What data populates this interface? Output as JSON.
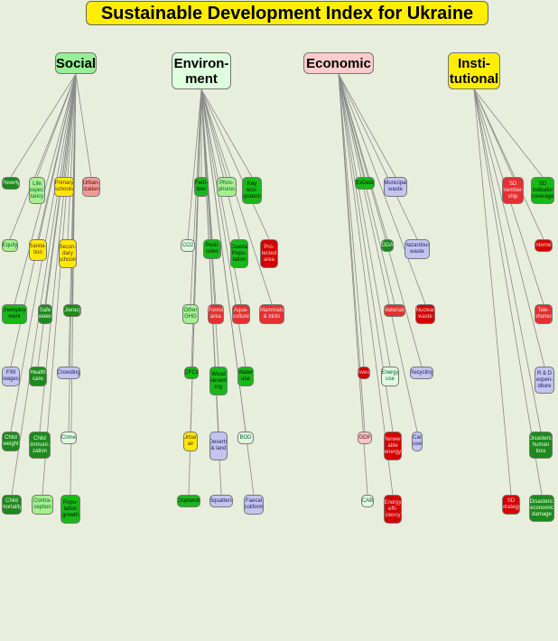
{
  "title": "Sustainable Development Index for Ukraine",
  "categories": {
    "social": "Social",
    "environment": "Environ-\nment",
    "economic": "Economic",
    "institutional": "Insti-\ntutional"
  },
  "colors": {
    "background": "#e8eedc",
    "title_bg": "#ffee00",
    "social": "#99ee99",
    "environment": "#ddffdd",
    "economic": "#ffcccc",
    "institutional": "#ffee00",
    "edge": "#8a8a8a"
  },
  "nodes": {
    "poverty": "Poverty",
    "life_expectancy": "Life\nexpec-\ntancy",
    "primary_schools": "Primary\nschools",
    "urbanization": "Urban-\nization",
    "equity": "Equity",
    "sanitation": "Sanita-\ntion",
    "secondary_schools": "Secon-\ndary\nschools",
    "unemployment": "Unemploy-\nment",
    "safe_water": "Safe\nwater",
    "literacy": "Literacy",
    "fm_wages": "F/M\nwages",
    "health_care": "Health\ncare",
    "crowding": "Crowding",
    "child_weight": "Child\nweight",
    "child_immunization": "Child\nimmuni-\nzation",
    "crime": "Crime",
    "child_mortality": "Child\nmortality",
    "contraception": "Contra-\nception",
    "population_growth": "Popu-\nlation\ngrowth",
    "fertilizer": "Ferti-\nlizer",
    "phosphorus": "Phos-\nphorus",
    "key_ecosystems": "Key\neco-\nsystems",
    "co2": "CO2",
    "pesticides": "Pesti-\ncides",
    "coastal_population": "Coastal\nPopu-\nlation",
    "protected_area": "Pro-\ntected\narea",
    "other_ghg": "Other\nGHG",
    "forest_area": "Forest\narea",
    "aquaculture": "Aqua-\nculture",
    "mammals_birds": "Mammals\n& birds",
    "cfcs": "CFCs",
    "wood_harvesting": "Wood\nharvest-\ning",
    "water_use": "Water\nuse",
    "urban_air": "Urban\nair",
    "deserts_land": "Deserts\n& land",
    "bod": "BOD",
    "croplands": "Croplands",
    "squatters": "Squatters",
    "faecal_coliform": "Faecal\ncoliform",
    "ex_debt": "ExDebt",
    "municipal_waste": "Municipal\nwaste",
    "oda": "ODA",
    "hazardous_waste": "Hazardous\nwaste",
    "materials": "Materials",
    "nuclear_waste": "Nuclear\nwaste",
    "invest": "Invest",
    "energy_use": "Energy\nuse",
    "recycling": "Recycling",
    "gdp": "GDP",
    "renewable_energy": "Renew-\nable\nenergy",
    "car_use": "Car\nuse",
    "cab": "CAB",
    "energy_efficiency": "Energy\neffi-\nciency",
    "sd_membership": "SD\nmember-\nship",
    "sd_indicator_coverage": "SD\nindicator\ncoverage",
    "internet": "Internet",
    "telephones": "Tele-\nphones",
    "rd_expenditure": "R & D\nexpen-\nditure",
    "disasters_human_loss": "Disasters:\nhuman\nloss",
    "sd_strategy": "SD\nstrategy",
    "disasters_economic_damage": "Disasters:\neconomic\ndamage"
  }
}
